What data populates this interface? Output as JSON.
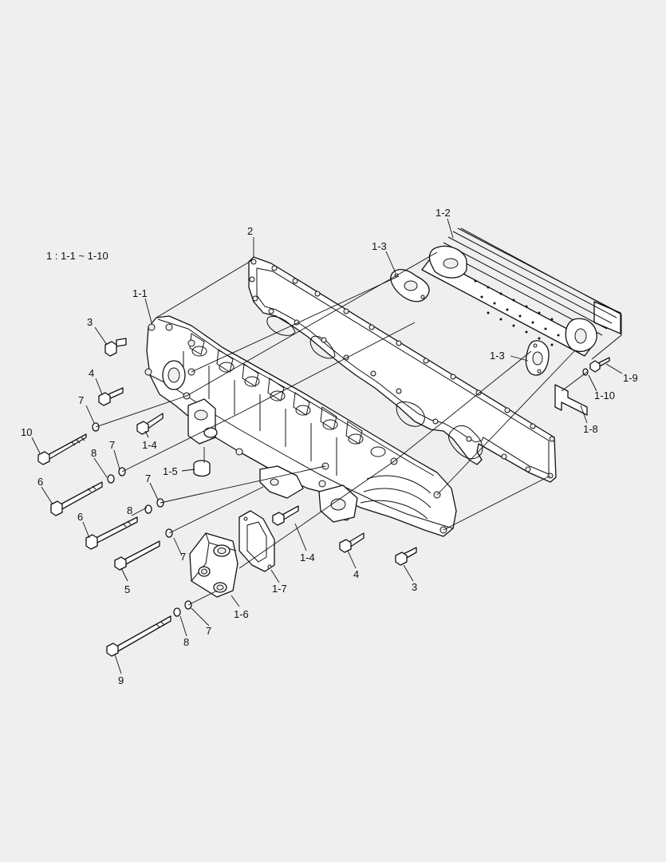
{
  "legend": "1 : 1-1 ~ 1-10",
  "callouts": {
    "c1_1": "1-1",
    "c1_2": "1-2",
    "c1_3a": "1-3",
    "c1_3b": "1-3",
    "c1_4a": "1-4",
    "c1_4b": "1-4",
    "c1_5": "1-5",
    "c1_6": "1-6",
    "c1_7": "1-7",
    "c1_8": "1-8",
    "c1_9": "1-9",
    "c1_10": "1-10",
    "c2": "2",
    "c3a": "3",
    "c3b": "3",
    "c4a": "4",
    "c4b": "4",
    "c5": "5",
    "c6a": "6",
    "c6b": "6",
    "c7a": "7",
    "c7b": "7",
    "c7c": "7",
    "c7d": "7",
    "c7e": "7",
    "c8a": "8",
    "c8b": "8",
    "c8c": "8",
    "c9": "9",
    "c10": "10"
  }
}
